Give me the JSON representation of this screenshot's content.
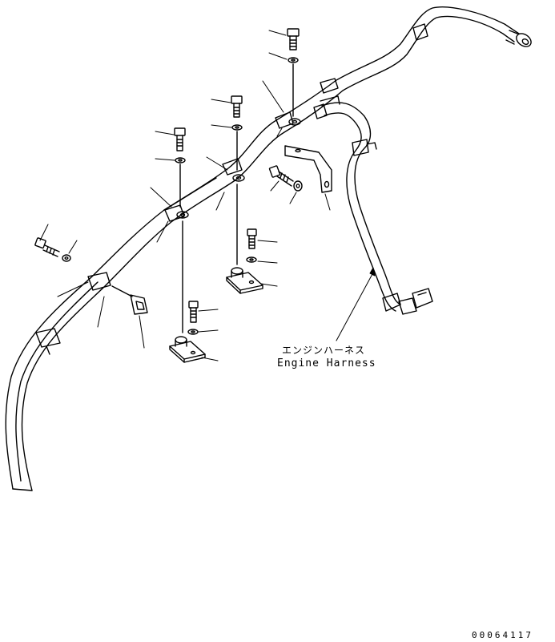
{
  "callout": {
    "japanese": "エンジンハーネス",
    "english": "Engine Harness"
  },
  "drawing_number": "00064117",
  "colors": {
    "line": "#000000",
    "background": "#ffffff"
  },
  "parts": {
    "harness": [
      "main-harness",
      "engine-harness"
    ],
    "fasteners": [
      "bolt",
      "washer",
      "clamp",
      "bracket",
      "mount-pad",
      "connector"
    ]
  }
}
